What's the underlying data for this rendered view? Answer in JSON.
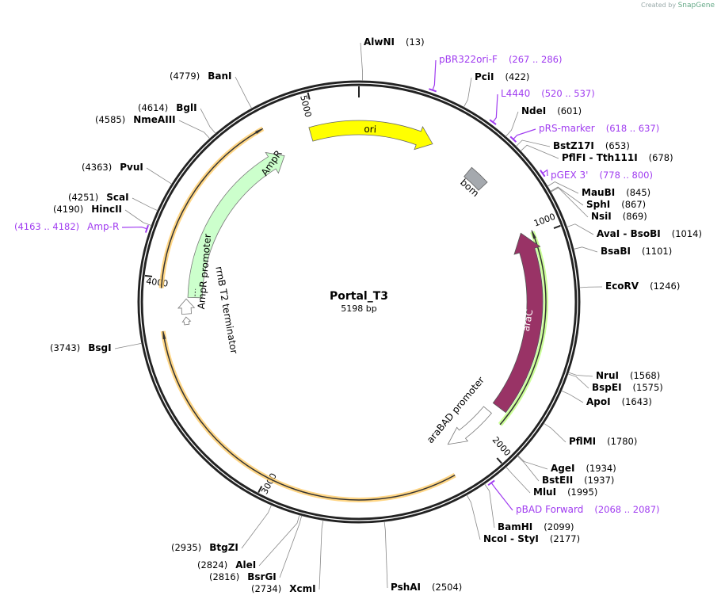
{
  "credit": {
    "prefix": "Created by",
    "brand": "SnapGene"
  },
  "plasmid": {
    "name": "Portal_T3",
    "length": "5198 bp",
    "total_bp": 5198
  },
  "ticks": [
    "1000",
    "2000",
    "3000",
    "4000",
    "5000"
  ],
  "features": {
    "ori": "ori",
    "bom": "bom",
    "araC": "araC",
    "araBAD": "araBAD promoter",
    "AmpR": "AmpR",
    "AmpR_promoter": "AmpR promoter",
    "rrnB": "rrnB T2 terminator"
  },
  "sites": [
    {
      "name": "AlwNI",
      "pos": "(13)"
    },
    {
      "name": "PciI",
      "pos": "(422)"
    },
    {
      "name": "NdeI",
      "pos": "(601)"
    },
    {
      "name": "BstZ17I",
      "pos": "(653)"
    },
    {
      "name": "PflFI  - Tth111I",
      "pos": "(678)"
    },
    {
      "name": "MauBI",
      "pos": "(845)"
    },
    {
      "name": "SphI",
      "pos": "(867)"
    },
    {
      "name": "NsiI",
      "pos": "(869)"
    },
    {
      "name": "AvaI  - BsoBI",
      "pos": "(1014)"
    },
    {
      "name": "BsaBI",
      "pos": "(1101)"
    },
    {
      "name": "EcoRV",
      "pos": "(1246)"
    },
    {
      "name": "NruI",
      "pos": "(1568)"
    },
    {
      "name": "BspEI",
      "pos": "(1575)"
    },
    {
      "name": "ApoI",
      "pos": "(1643)"
    },
    {
      "name": "PflMI",
      "pos": "(1780)"
    },
    {
      "name": "AgeI",
      "pos": "(1934)"
    },
    {
      "name": "BstEII",
      "pos": "(1937)"
    },
    {
      "name": "MluI",
      "pos": "(1995)"
    },
    {
      "name": "BamHI",
      "pos": "(2099)"
    },
    {
      "name": "NcoI  - StyI",
      "pos": "(2177)"
    },
    {
      "name": "PshAI",
      "pos": "(2504)"
    },
    {
      "name": "XcmI",
      "pos": "(2734)"
    },
    {
      "name": "BsrGI",
      "pos": "(2816)"
    },
    {
      "name": "AleI",
      "pos": "(2824)"
    },
    {
      "name": "BtgZI",
      "pos": "(2935)"
    },
    {
      "name": "BsgI",
      "pos": "(3743)"
    },
    {
      "name": "HincII",
      "pos": "(4190)"
    },
    {
      "name": "ScaI",
      "pos": "(4251)"
    },
    {
      "name": "PvuI",
      "pos": "(4363)"
    },
    {
      "name": "NmeAIII",
      "pos": "(4585)"
    },
    {
      "name": "BglI",
      "pos": "(4614)"
    },
    {
      "name": "BanI",
      "pos": "(4779)"
    }
  ],
  "primers": [
    {
      "name": "pBR322ori-F",
      "pos": "(267 .. 286)"
    },
    {
      "name": "L4440",
      "pos": "(520 .. 537)"
    },
    {
      "name": "pRS-marker",
      "pos": "(618 .. 637)"
    },
    {
      "name": "pGEX 3'",
      "pos": "(778 .. 800)"
    },
    {
      "name": "pBAD Forward",
      "pos": "(2068 .. 2087)"
    },
    {
      "name": "Amp-R",
      "pos": "(4163 .. 4182)"
    }
  ],
  "colors": {
    "ori": "#ffff00",
    "araC": "#993366",
    "AmpR": "#ccffcc",
    "bom": "#a5a9ae",
    "orf": "#ffcc66",
    "araC_orf": "#ccff99",
    "primer": "#a03cf0"
  }
}
